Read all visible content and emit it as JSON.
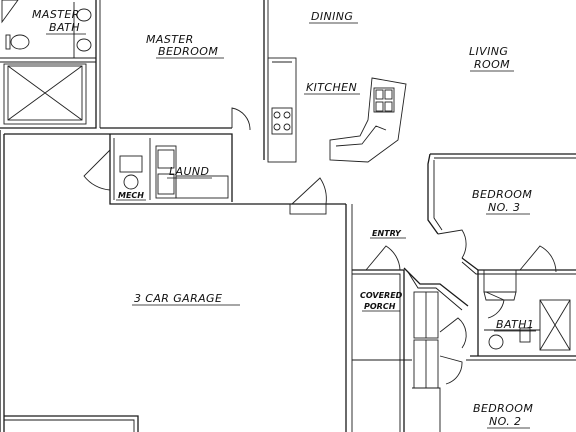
{
  "rooms": {
    "master_bath": [
      "MASTER",
      "BATH"
    ],
    "master_bedroom": [
      "MASTER",
      "BEDROOM"
    ],
    "dining": "DINING",
    "living_room": [
      "LIVING",
      "ROOM"
    ],
    "kitchen": "KITCHEN",
    "laundry": "LAUND",
    "mech": "MECH",
    "bedroom3": [
      "BEDROOM",
      "NO. 3"
    ],
    "entry": "ENTRY",
    "covered_porch": [
      "COVERED",
      "PORCH"
    ],
    "garage": "3 CAR GARAGE",
    "bath1": "BATH1",
    "bedroom2": [
      "BEDROOM",
      "NO. 2"
    ]
  }
}
